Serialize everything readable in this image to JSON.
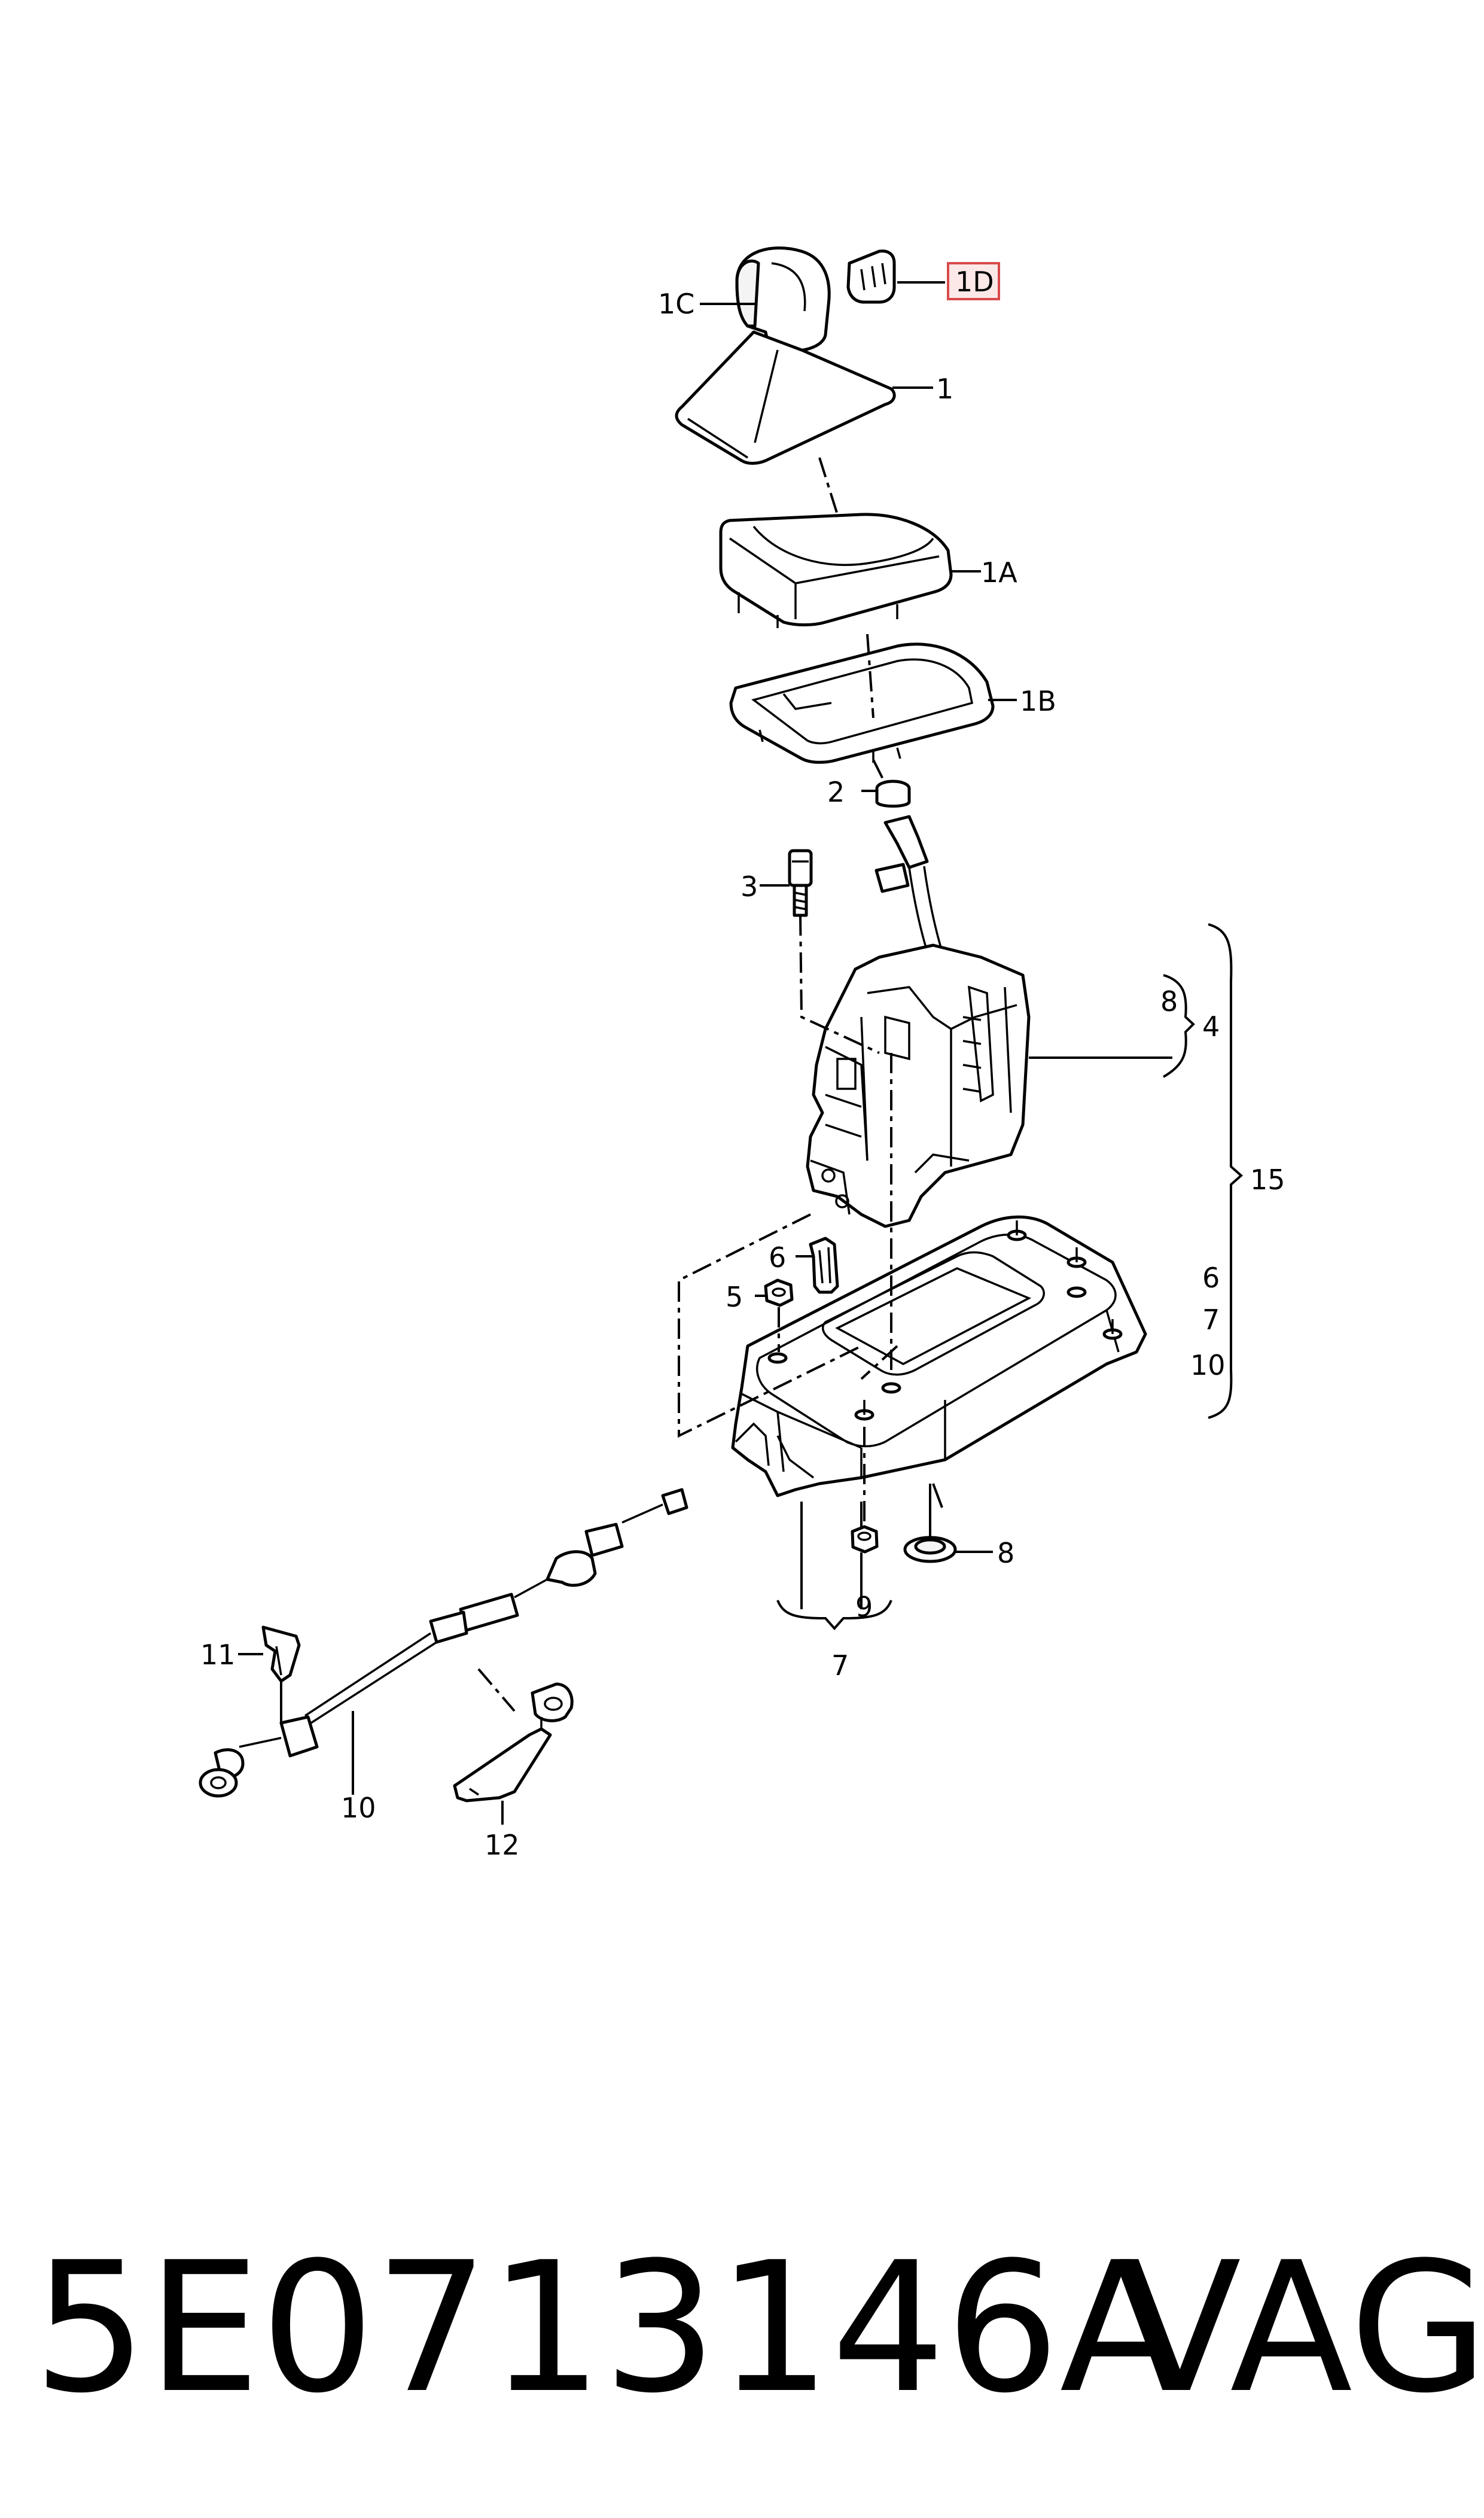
{
  "callouts": {
    "c1": "1",
    "c1A": "1A",
    "c1B": "1B",
    "c1C": "1C",
    "c1D": "1D",
    "c2": "2",
    "c3": "3",
    "c4": "4",
    "c5": "5",
    "c6a": "6",
    "c6b": "6",
    "c7a": "7",
    "c7b": "7",
    "c8a": "8",
    "c8b": "8",
    "c9": "9",
    "c10a": "10",
    "c10b": "10",
    "c11": "11",
    "c12": "12",
    "c15": "15"
  },
  "footer": {
    "part_number": "5E0713146A",
    "brand": "VAG"
  },
  "colors": {
    "line": "#000000",
    "highlight_border": "#d94a4a",
    "highlight_fill": "#fde8e8"
  }
}
